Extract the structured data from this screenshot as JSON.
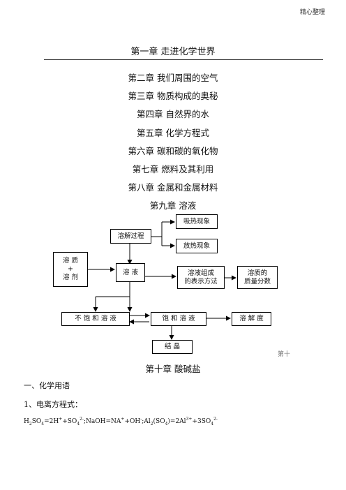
{
  "header_note": "精心整理",
  "chapter1_title": "第一章  走进化学世界",
  "toc": [
    "第二章   我们周围的空气",
    "第三章   物质构成的奥秘",
    "第四章   自然界的水",
    "第五章   化学方程式",
    "第六章   碳和碳的氧化物",
    "第七章   燃料及其利用",
    "第八章   金属和金属材料",
    "第九章   溶液"
  ],
  "diagram": {
    "dissolve_process": "溶解过程",
    "heat_absorb": "吸热现象",
    "heat_release": "放热现象",
    "solute_solvent": [
      "溶 质",
      "+",
      "溶 剂"
    ],
    "solution": "溶 液",
    "composition_line1": "溶液组成",
    "composition_line2": "的表示方法",
    "mass_fraction_line1": "溶质的",
    "mass_fraction_line2": "质量分数",
    "unsaturated": "不 饱 和 溶 液",
    "saturated": "饱 和 溶 液",
    "solubility": "溶 解 度",
    "crystallize": "结  晶"
  },
  "page_mark": "第十",
  "chapter10_title": "第十章   酸碱盐",
  "section1": "一、化学用语",
  "item1": "1、电离方程式：",
  "equation": {
    "h2so4": "H",
    "rest": ""
  }
}
